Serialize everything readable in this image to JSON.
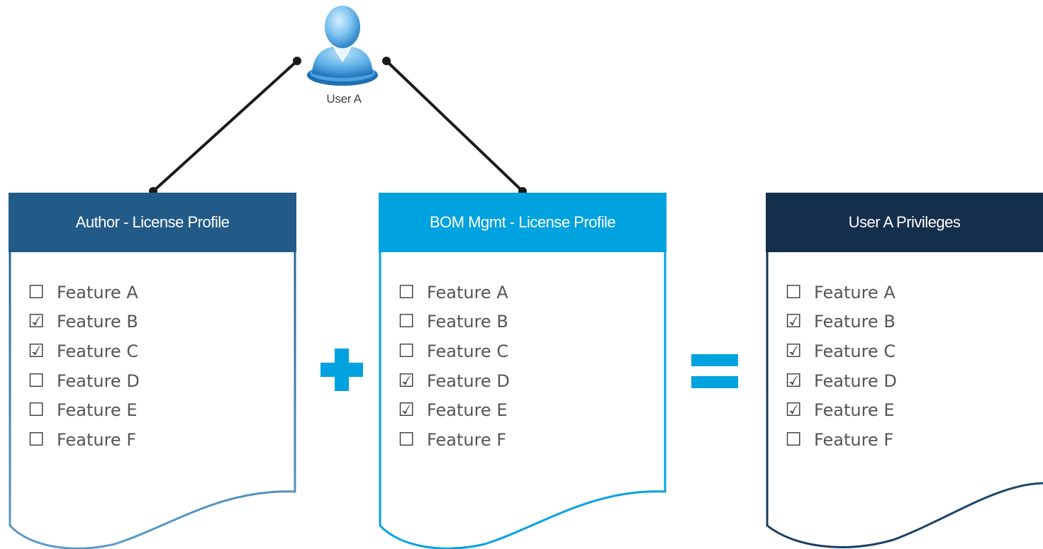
{
  "user": {
    "label": "User A",
    "icon": "user-avatar-icon"
  },
  "colors": {
    "author_header": "#225a88",
    "bom_header": "#00a2e0",
    "result_header": "#142f4c",
    "operator": "#00a2e0",
    "connector": "#1a1a1a"
  },
  "profiles": [
    {
      "id": "author",
      "title": "Author - License Profile",
      "features": [
        {
          "label": "Feature A",
          "checked": false,
          "mark": "☐"
        },
        {
          "label": "Feature B",
          "checked": true,
          "mark": "☑"
        },
        {
          "label": "Feature C",
          "checked": true,
          "mark": "☑"
        },
        {
          "label": "Feature D",
          "checked": false,
          "mark": "☐"
        },
        {
          "label": "Feature E",
          "checked": false,
          "mark": "☐"
        },
        {
          "label": "Feature F",
          "checked": false,
          "mark": "☐"
        }
      ]
    },
    {
      "id": "bom",
      "title": "BOM Mgmt - License Profile",
      "features": [
        {
          "label": "Feature A",
          "checked": false,
          "mark": "☐"
        },
        {
          "label": "Feature B",
          "checked": false,
          "mark": "☐"
        },
        {
          "label": "Feature C",
          "checked": false,
          "mark": "☐"
        },
        {
          "label": "Feature D",
          "checked": true,
          "mark": "☑"
        },
        {
          "label": "Feature E",
          "checked": true,
          "mark": "☑"
        },
        {
          "label": "Feature F",
          "checked": false,
          "mark": "☐"
        }
      ]
    },
    {
      "id": "result",
      "title": "User A Privileges",
      "features": [
        {
          "label": "Feature A",
          "checked": false,
          "mark": "☐"
        },
        {
          "label": "Feature B",
          "checked": true,
          "mark": "☑"
        },
        {
          "label": "Feature C",
          "checked": true,
          "mark": "☑"
        },
        {
          "label": "Feature D",
          "checked": true,
          "mark": "☑"
        },
        {
          "label": "Feature E",
          "checked": true,
          "mark": "☑"
        },
        {
          "label": "Feature F",
          "checked": false,
          "mark": "☐"
        }
      ]
    }
  ],
  "operators": {
    "plus_icon": "plus-icon",
    "equals_icon": "equals-icon"
  }
}
